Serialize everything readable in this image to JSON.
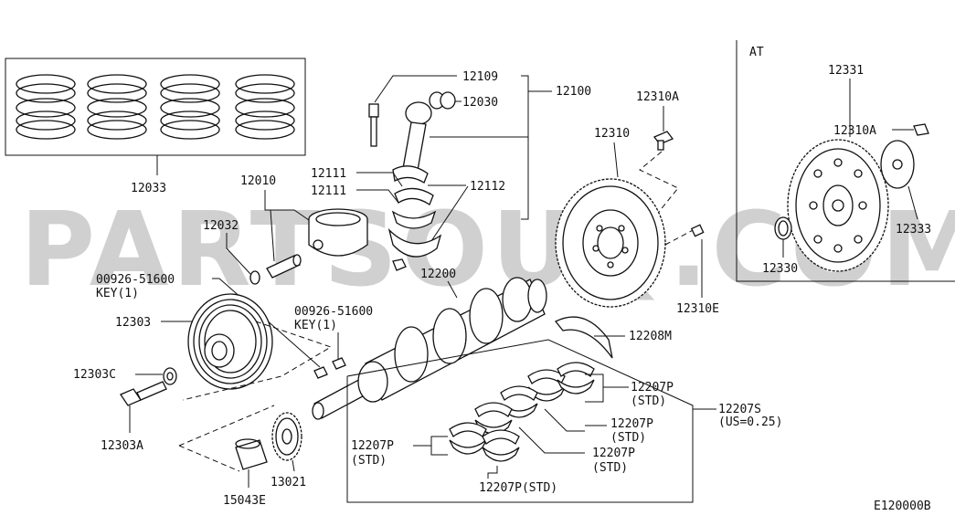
{
  "watermark": "PARTSOUQ.COM",
  "section_label": "AT",
  "diagram_code": "E120000B",
  "labels": {
    "p12033": "12033",
    "p12109": "12109",
    "p12030": "12030",
    "p12100": "12100",
    "p12310A_top": "12310A",
    "p12310": "12310",
    "p12331": "12331",
    "p12310A_at": "12310A",
    "p12333": "12333",
    "p12330": "12330",
    "p12010": "12010",
    "p12032": "12032",
    "p12111_a": "12111",
    "p12111_b": "12111",
    "p12112": "12112",
    "p12200": "12200",
    "p12310E": "12310E",
    "p00926_a": "00926-51600",
    "key_a": "KEY(1)",
    "p00926_b": "00926-51600",
    "key_b": "KEY(1)",
    "p12303": "12303",
    "p12208M": "12208M",
    "p12303C": "12303C",
    "p12207P_1": "12207P",
    "std_1": "(STD)",
    "p12207S": "12207S",
    "us_025": "(US=0.25)",
    "p12303A": "12303A",
    "p12207P_2": "12207P",
    "std_2": "(STD)",
    "p12207P_left": "12207P",
    "std_left": "(STD)",
    "p12207P_3": "12207P",
    "std_3": "(STD)",
    "p13021": "13021",
    "p15043E": "15043E",
    "p12207P_bottom": "12207P(STD)"
  }
}
